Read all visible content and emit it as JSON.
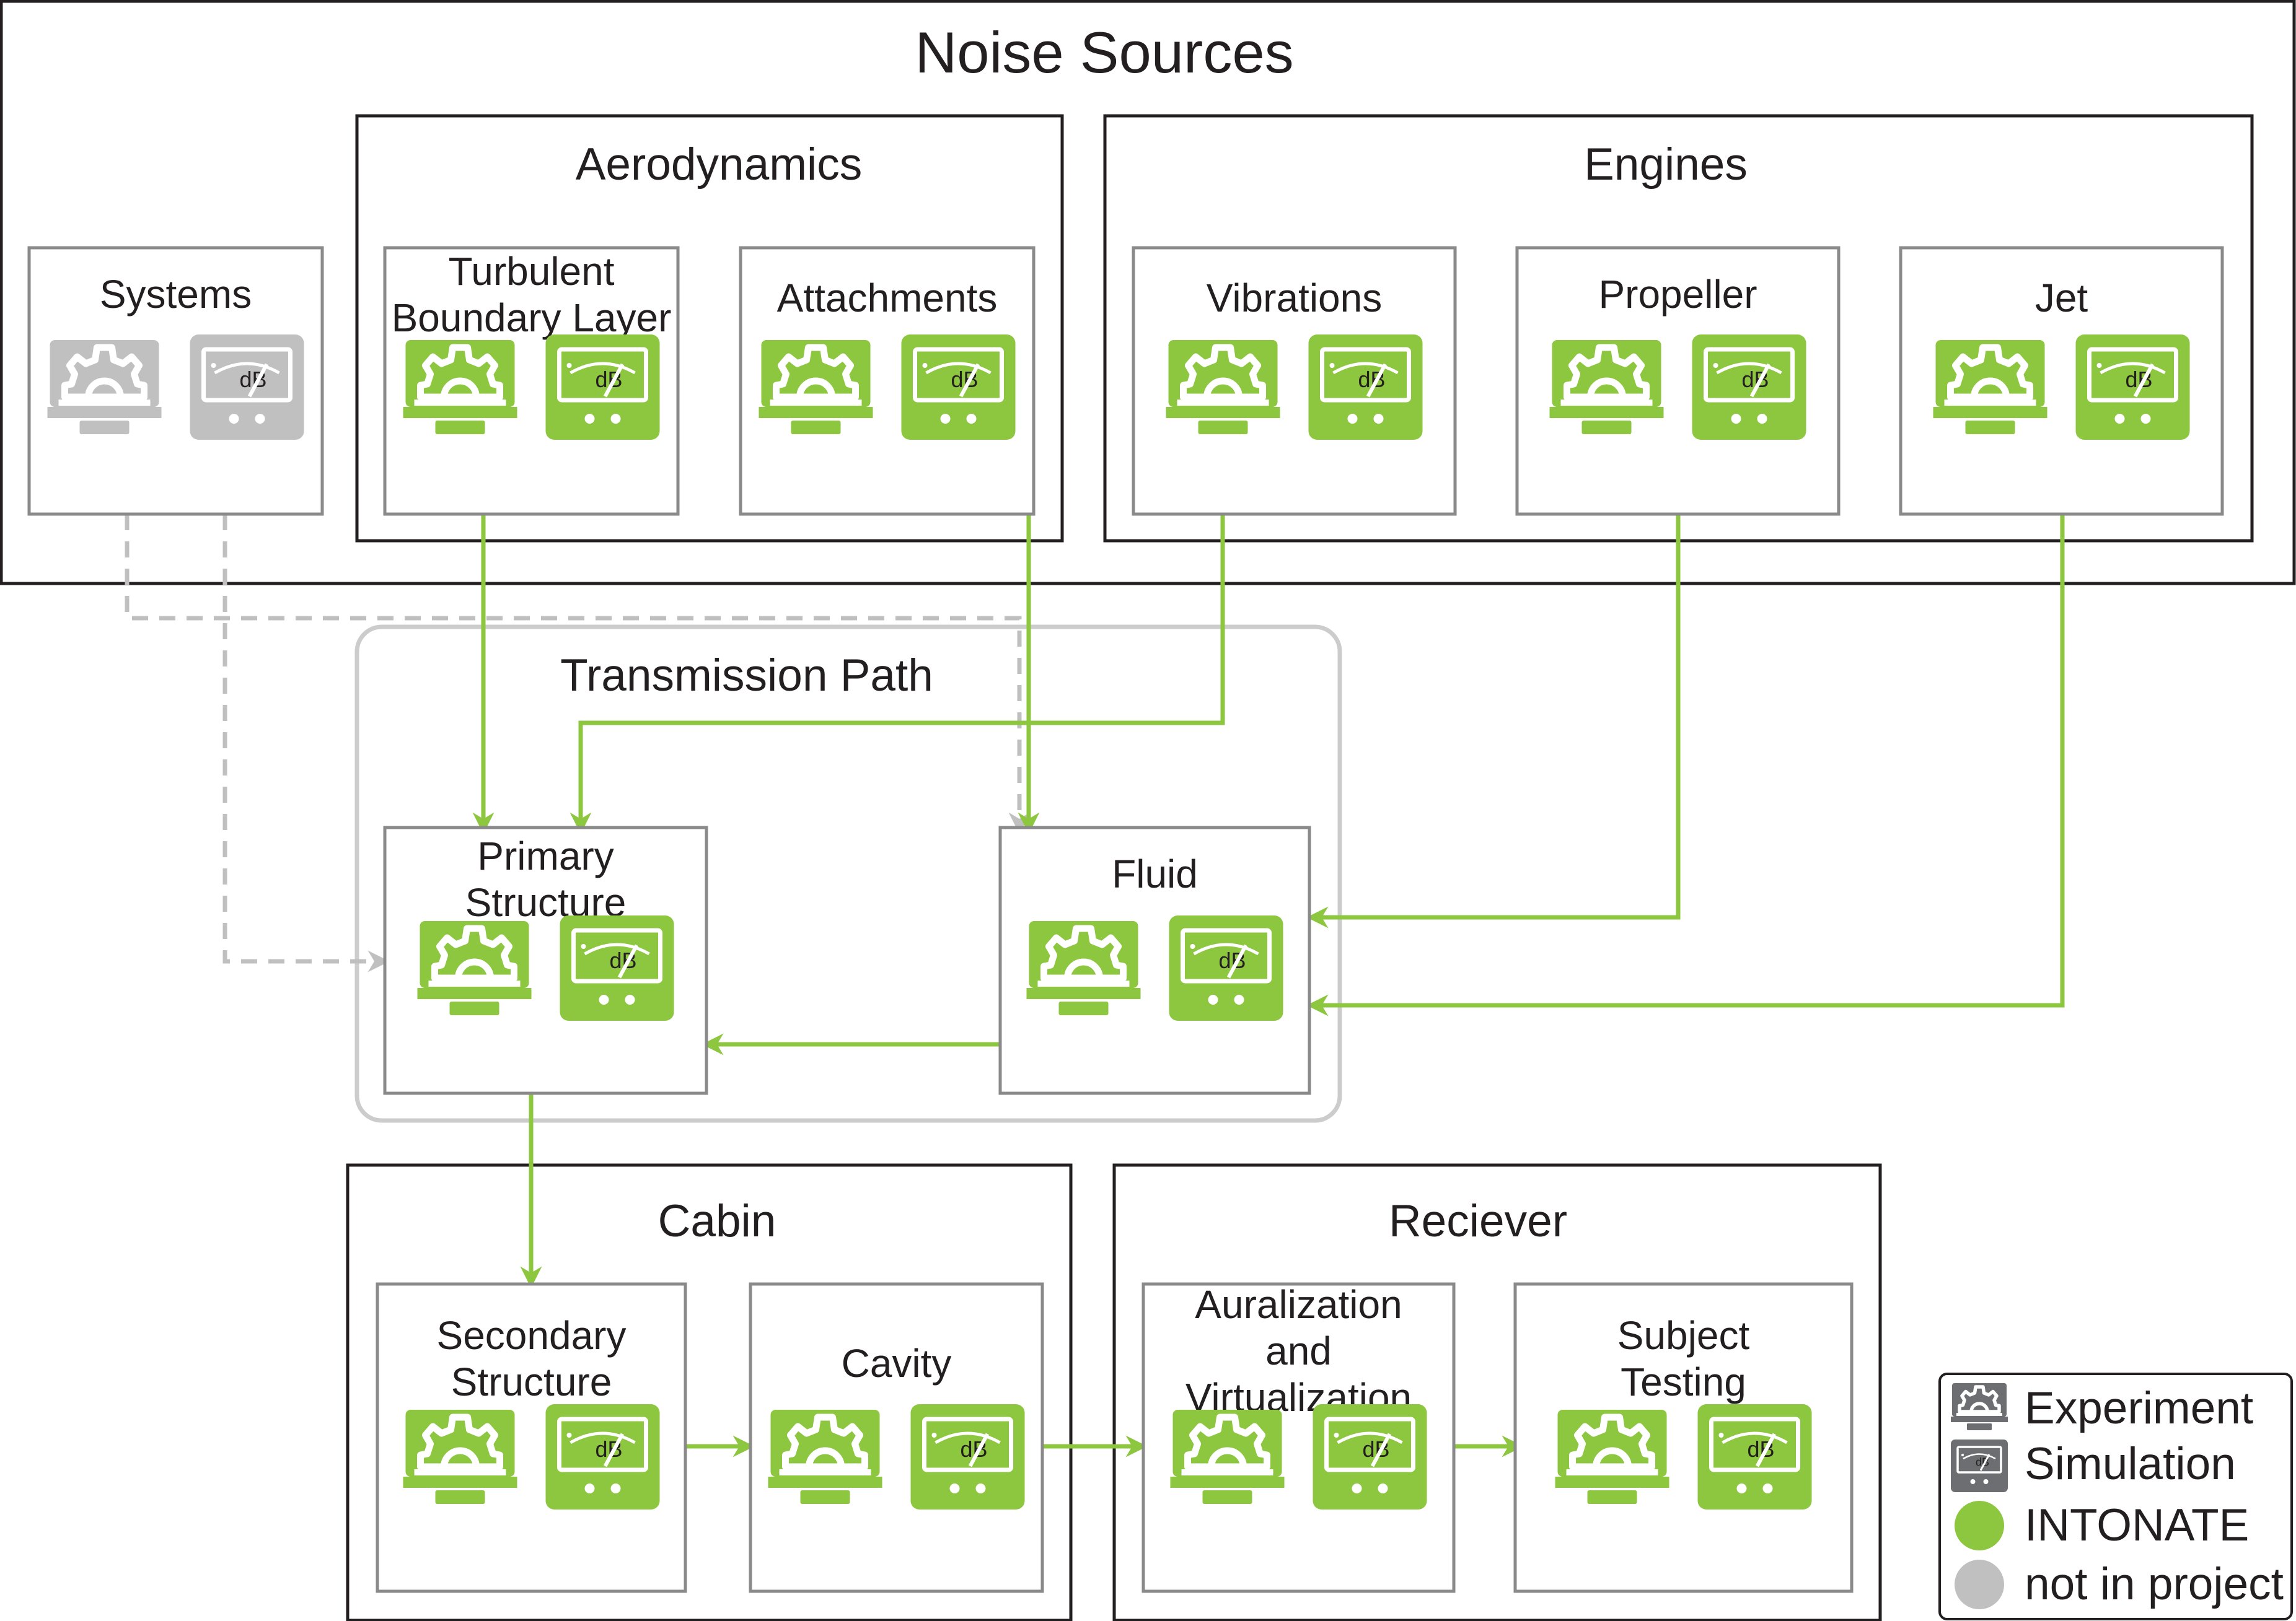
{
  "groups": {
    "noise_sources": {
      "label": "Noise Sources"
    },
    "aerodynamics": {
      "label": "Aerodynamics"
    },
    "engines": {
      "label": "Engines"
    },
    "transmission_path": {
      "label": "Transmission Path"
    },
    "cabin": {
      "label": "Cabin"
    },
    "receiver": {
      "label": "Reciever"
    }
  },
  "nodes": {
    "systems": {
      "lines": [
        "Systems"
      ],
      "status": "not in project"
    },
    "turbulent_boundary_layer": {
      "lines": [
        "Turbulent",
        "Boundary Layer"
      ],
      "status": "INTONATE"
    },
    "attachments": {
      "lines": [
        "Attachments"
      ],
      "status": "INTONATE"
    },
    "vibrations": {
      "lines": [
        "Vibrations"
      ],
      "status": "INTONATE"
    },
    "propeller": {
      "lines": [
        "Propeller"
      ],
      "status": "INTONATE"
    },
    "jet": {
      "lines": [
        "Jet"
      ],
      "status": "INTONATE"
    },
    "primary_structure": {
      "lines": [
        "Primary",
        "Structure"
      ],
      "status": "INTONATE"
    },
    "fluid": {
      "lines": [
        "Fluid"
      ],
      "status": "INTONATE"
    },
    "secondary_structure": {
      "lines": [
        "Secondary",
        "Structure"
      ],
      "status": "INTONATE"
    },
    "cavity": {
      "lines": [
        "Cavity"
      ],
      "status": "INTONATE"
    },
    "auralization_virtualization": {
      "lines": [
        "Auralization",
        "and",
        "Virtualization"
      ],
      "status": "INTONATE"
    },
    "subject_testing": {
      "lines": [
        "Subject",
        "Testing"
      ],
      "status": "INTONATE"
    }
  },
  "icon_labels": {
    "db": "dB"
  },
  "legend": {
    "experiment": "Experiment",
    "simulation": "Simulation",
    "intonate": "INTONATE",
    "not_in_project": "not in project"
  },
  "colors": {
    "intonate": "#8dc63f",
    "not_in_project": "#c0c0c0",
    "legend_icon": "#6d6e71",
    "group_border": "#231f20",
    "node_border": "#8a8a8a",
    "transmission_border": "#cccccc",
    "text": "#231f20"
  },
  "connections": [
    {
      "from": "turbulent_boundary_layer",
      "to": "primary_structure",
      "status": "INTONATE"
    },
    {
      "from": "attachments",
      "to": "fluid",
      "status": "INTONATE"
    },
    {
      "from": "vibrations",
      "to": "primary_structure",
      "status": "INTONATE"
    },
    {
      "from": "propeller",
      "to": "fluid",
      "status": "INTONATE"
    },
    {
      "from": "jet",
      "to": "fluid",
      "status": "INTONATE"
    },
    {
      "from": "systems",
      "to": "fluid",
      "status": "not in project"
    },
    {
      "from": "systems",
      "to": "primary_structure",
      "status": "not in project"
    },
    {
      "from": "fluid",
      "to": "primary_structure",
      "status": "INTONATE"
    },
    {
      "from": "primary_structure",
      "to": "secondary_structure",
      "status": "INTONATE"
    },
    {
      "from": "secondary_structure",
      "to": "cavity",
      "status": "INTONATE"
    },
    {
      "from": "cavity",
      "to": "auralization_virtualization",
      "status": "INTONATE"
    },
    {
      "from": "auralization_virtualization",
      "to": "subject_testing",
      "status": "INTONATE"
    }
  ]
}
